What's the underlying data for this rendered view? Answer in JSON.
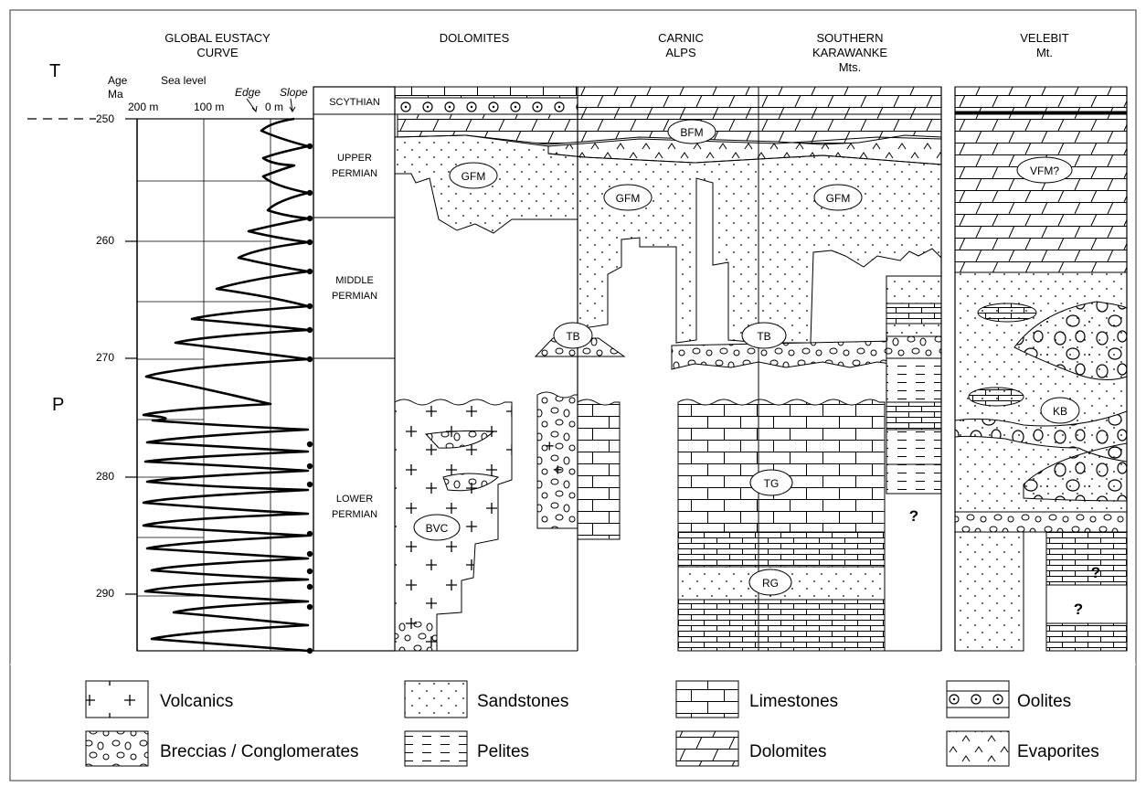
{
  "headers": {
    "eustacy": [
      "GLOBAL EUSTACY",
      "CURVE"
    ],
    "dolomites": "DOLOMITES",
    "carnic": [
      "CARNIC",
      "ALPS"
    ],
    "karawanke": [
      "SOUTHERN",
      "KARAWANKE",
      "Mts."
    ],
    "velebit": [
      "VELEBIT",
      "Mt."
    ]
  },
  "periods": {
    "triassic": "T",
    "permian": "P"
  },
  "age_axis": {
    "label": [
      "Age",
      "Ma"
    ],
    "ticks": [
      "250",
      "260",
      "270",
      "280",
      "290"
    ]
  },
  "sea_level": {
    "label": "Sea level",
    "ticks": [
      "200 m",
      "100 m",
      "0 m"
    ],
    "edge": "Edge",
    "slope": "Slope"
  },
  "epochs": [
    {
      "id": "scythian",
      "lines": [
        "SCYTHIAN"
      ]
    },
    {
      "id": "upper",
      "lines": [
        "UPPER",
        "PERMIAN"
      ]
    },
    {
      "id": "middle",
      "lines": [
        "MIDDLE",
        "PERMIAN"
      ]
    },
    {
      "id": "lower",
      "lines": [
        "LOWER",
        "PERMIAN"
      ]
    }
  ],
  "formations": {
    "bfm": "BFM",
    "gfm": "GFM",
    "tb": "TB",
    "vfm": "VFM?",
    "kb": "KB",
    "bvc": "BVC",
    "tg": "TG",
    "rg": "RG"
  },
  "unknown": "?",
  "legend": {
    "volcanics": "Volcanics",
    "sandstones": "Sandstones",
    "limestones": "Limestones",
    "oolites": "Oolites",
    "breccias": "Breccias / Conglomerates",
    "pelites": "Pelites",
    "dolomites": "Dolomites",
    "evaporites": "Evaporites"
  }
}
